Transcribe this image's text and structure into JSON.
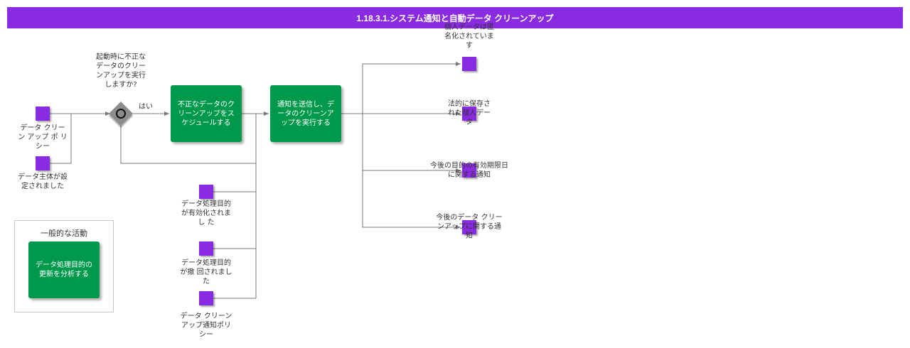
{
  "title": "1.18.3.1.システム通知と自動データ クリーンアップ",
  "colors": {
    "event": "#8a2be2",
    "task": "#00994c",
    "gateway": "#8c8c8c",
    "title_bar": "#8a2be2",
    "edge": "#777777"
  },
  "gateway": {
    "question": "起動時に不正なデータのクリーンアップを実行しますか?",
    "yes_label": "はい"
  },
  "start_events": [
    {
      "label": "データ クリーン アップ ポ リシー"
    },
    {
      "label": "データ主体が設定されました"
    }
  ],
  "loop_events": [
    {
      "label": "データ処理目的 が有効化されま し た"
    },
    {
      "label": "データ処理目的が撤 回されました"
    },
    {
      "label": "データ クリーンアップ通知ポリシー"
    }
  ],
  "tasks": {
    "schedule": "不正なデータのクリーンアップをスケジュールする",
    "notify": "通知を送信し、データのクリーンアップを実行する",
    "analyze": "データ処理目的の更新を分析する"
  },
  "group": {
    "title": "一般的な活動"
  },
  "end_events": [
    {
      "label": "個人データは匿名化されています"
    },
    {
      "label": "法的に保存された個人デー タ"
    },
    {
      "label": "今後の目的の有効期限日に関する通知"
    },
    {
      "label": "今後のデータ クリーンアップに関する通知"
    }
  ]
}
